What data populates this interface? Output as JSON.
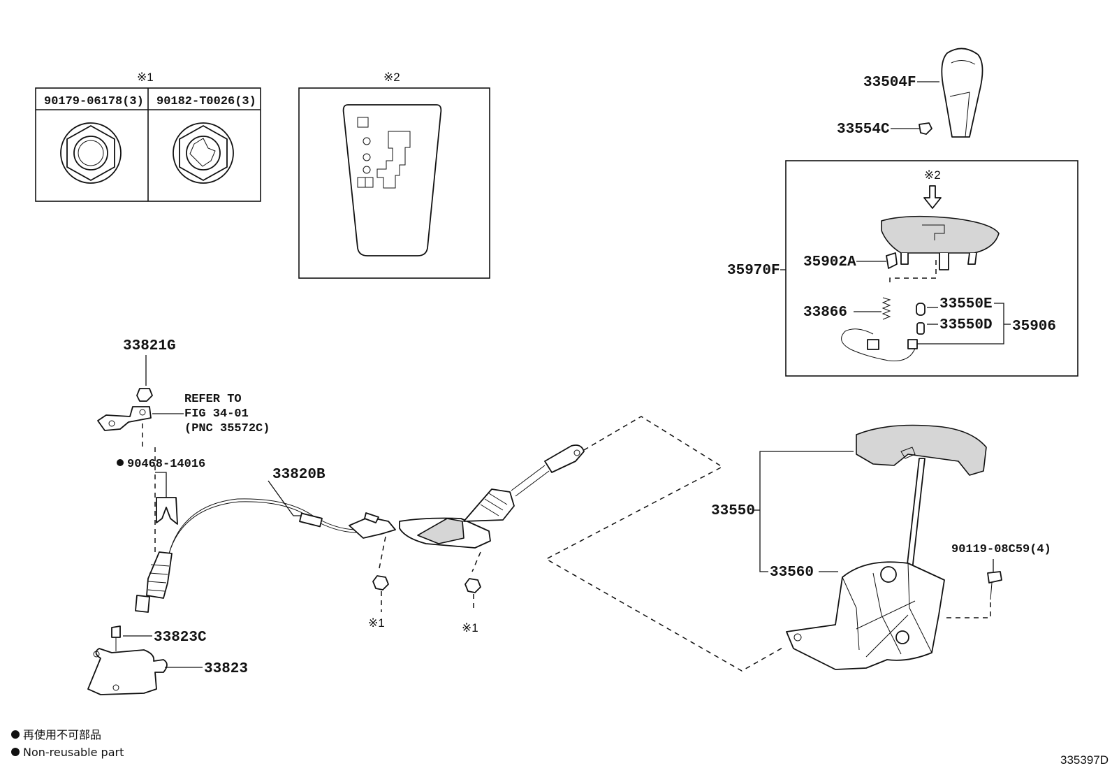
{
  "symbols": {
    "ref1": "※1",
    "ref2": "※2"
  },
  "inset1": {
    "left_part": "90179-06178(3)",
    "right_part": "90182-T0026(3)"
  },
  "parts": {
    "knob": "33504F",
    "knob_clip": "33554C",
    "indicator_assy": "35970F",
    "clip": "35902A",
    "spring": "33866",
    "bulb_e": "33550E",
    "bulb_d": "33550D",
    "wire": "35906",
    "bracket_nut": "33821G",
    "refer_line1": "REFER TO",
    "refer_line2": "FIG 34-01",
    "refer_line3": "(PNC 35572C)",
    "retainer": "90468-14016",
    "cable": "33820B",
    "housing_assy": "33550",
    "lever_assy": "33560",
    "bolt": "90119-08C59(4)",
    "bracket_bolt": "33823C",
    "bracket": "33823"
  },
  "legend": {
    "jp": "再使用不可部品",
    "en": "Non-reusable part"
  },
  "diagram_code": "335397D"
}
